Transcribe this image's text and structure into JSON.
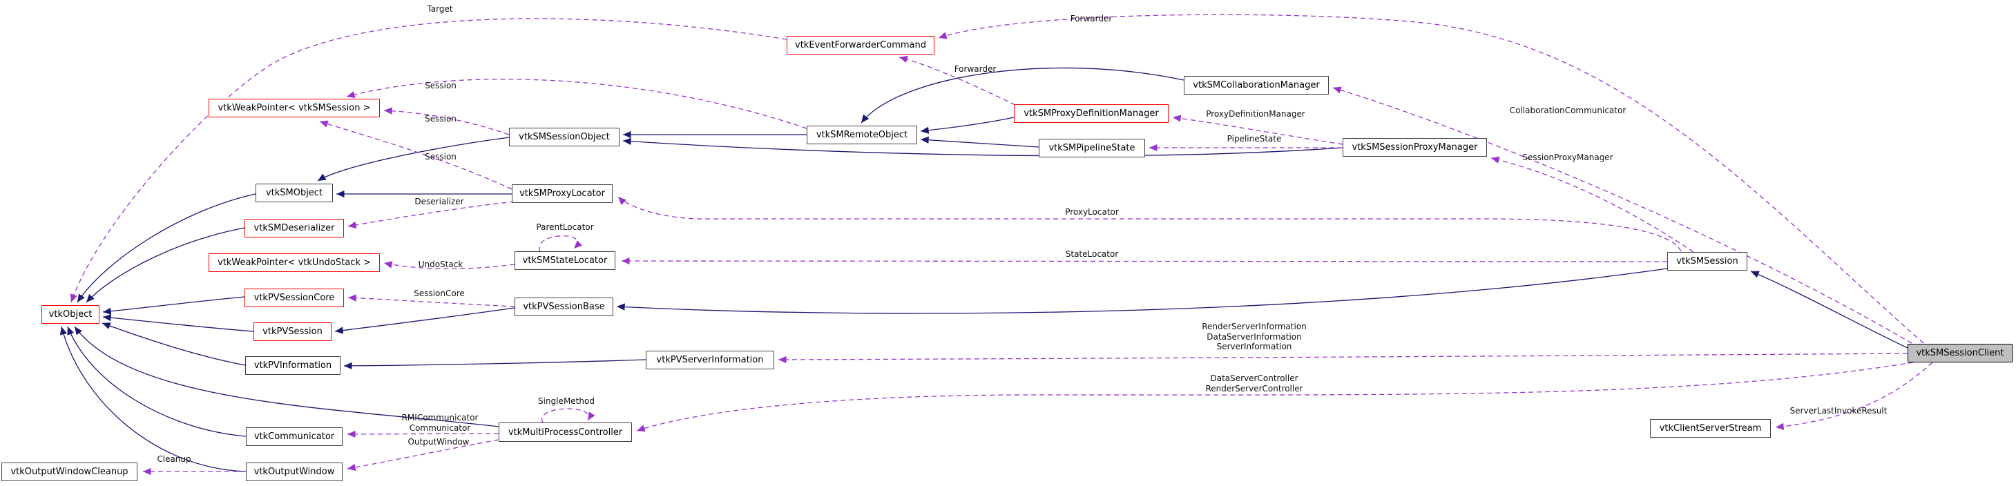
{
  "diagram": {
    "type": "doxygen-collaboration-graph",
    "focus_class": "vtkSMSessionClient"
  },
  "colors": {
    "inheritance_edge": "#191970",
    "usage_edge": "#9a32cd",
    "highlight_fill": "#bfbfbf",
    "truncated_border": "#ff0000",
    "node_border": "#404040",
    "background": "#ffffff"
  },
  "nodes": [
    {
      "label": "vtkEventForwarderCommand",
      "style": "red"
    },
    {
      "label": "vtkWeakPointer< vtkSMSession >",
      "style": "red"
    },
    {
      "label": "vtkSMSessionObject",
      "style": "normal"
    },
    {
      "label": "vtkSMRemoteObject",
      "style": "normal"
    },
    {
      "label": "vtkSMProxyDefinitionManager",
      "style": "red"
    },
    {
      "label": "vtkSMCollaborationManager",
      "style": "normal"
    },
    {
      "label": "vtkSMPipelineState",
      "style": "normal"
    },
    {
      "label": "vtkSMSessionProxyManager",
      "style": "normal"
    },
    {
      "label": "vtkSMObject",
      "style": "normal"
    },
    {
      "label": "vtkSMProxyLocator",
      "style": "normal"
    },
    {
      "label": "vtkSMDeserializer",
      "style": "red"
    },
    {
      "label": "vtkWeakPointer< vtkUndoStack >",
      "style": "red"
    },
    {
      "label": "vtkSMStateLocator",
      "style": "normal"
    },
    {
      "label": "vtkPVSessionCore",
      "style": "red"
    },
    {
      "label": "vtkPVSessionBase",
      "style": "normal"
    },
    {
      "label": "vtkObject",
      "style": "red"
    },
    {
      "label": "vtkPVSession",
      "style": "red"
    },
    {
      "label": "vtkPVInformation",
      "style": "normal"
    },
    {
      "label": "vtkPVServerInformation",
      "style": "normal"
    },
    {
      "label": "vtkSMSession",
      "style": "normal"
    },
    {
      "label": "vtkCommunicator",
      "style": "normal"
    },
    {
      "label": "vtkMultiProcessController",
      "style": "normal"
    },
    {
      "label": "vtkOutputWindow",
      "style": "normal"
    },
    {
      "label": "vtkOutputWindowCleanup",
      "style": "normal"
    },
    {
      "label": "vtkClientServerStream",
      "style": "normal"
    },
    {
      "label": "vtkSMSessionClient",
      "style": "highlight"
    }
  ],
  "edge_labels": [
    {
      "text": "Target"
    },
    {
      "text": "Forwarder"
    },
    {
      "text": "Forwarder"
    },
    {
      "text": "Session"
    },
    {
      "text": "Session"
    },
    {
      "text": "Session"
    },
    {
      "text": "ProxyDefinitionManager"
    },
    {
      "text": "PipelineState"
    },
    {
      "text": "CollaborationCommunicator"
    },
    {
      "text": "SessionProxyManager"
    },
    {
      "text": "Deserializer"
    },
    {
      "text": "ParentLocator"
    },
    {
      "text": "UndoStack"
    },
    {
      "text": "ProxyLocator"
    },
    {
      "text": "StateLocator"
    },
    {
      "text": "SessionCore"
    },
    {
      "text": "RenderServerInformation"
    },
    {
      "text": "DataServerInformation"
    },
    {
      "text": "ServerInformation"
    },
    {
      "text": "DataServerController"
    },
    {
      "text": "RenderServerController"
    },
    {
      "text": "SingleMethod"
    },
    {
      "text": "RMICommunicator"
    },
    {
      "text": "Communicator"
    },
    {
      "text": "OutputWindow"
    },
    {
      "text": "Cleanup"
    },
    {
      "text": "ServerLastInvokeResult"
    }
  ],
  "edges": [
    {
      "from": "vtkSMRemoteObject",
      "to": "vtkSMSessionObject",
      "type": "inheritance"
    },
    {
      "from": "vtkSMSessionProxyManager",
      "to": "vtkSMSessionObject",
      "type": "inheritance"
    },
    {
      "from": "vtkSMProxyDefinitionManager",
      "to": "vtkSMRemoteObject",
      "type": "inheritance"
    },
    {
      "from": "vtkSMPipelineState",
      "to": "vtkSMRemoteObject",
      "type": "inheritance"
    },
    {
      "from": "vtkSMCollaborationManager",
      "to": "vtkSMRemoteObject",
      "type": "inheritance"
    },
    {
      "from": "vtkSMSessionObject",
      "to": "vtkSMObject",
      "type": "inheritance"
    },
    {
      "from": "vtkSMProxyLocator",
      "to": "vtkSMObject",
      "type": "inheritance"
    },
    {
      "from": "vtkSMObject",
      "to": "vtkObject",
      "type": "inheritance"
    },
    {
      "from": "vtkSMDeserializer",
      "to": "vtkObject",
      "type": "inheritance"
    },
    {
      "from": "vtkPVSessionCore",
      "to": "vtkObject",
      "type": "inheritance"
    },
    {
      "from": "vtkPVSession",
      "to": "vtkObject",
      "type": "inheritance"
    },
    {
      "from": "vtkPVInformation",
      "to": "vtkObject",
      "type": "inheritance"
    },
    {
      "from": "vtkCommunicator",
      "to": "vtkObject",
      "type": "inheritance"
    },
    {
      "from": "vtkOutputWindow",
      "to": "vtkObject",
      "type": "inheritance"
    },
    {
      "from": "vtkMultiProcessController",
      "to": "vtkObject",
      "type": "inheritance"
    },
    {
      "from": "vtkPVSessionBase",
      "to": "vtkPVSession",
      "type": "inheritance"
    },
    {
      "from": "vtkPVServerInformation",
      "to": "vtkPVInformation",
      "type": "inheritance"
    },
    {
      "from": "vtkSMSession",
      "to": "vtkPVSessionBase",
      "type": "inheritance"
    },
    {
      "from": "vtkSMSessionClient",
      "to": "vtkSMSession",
      "type": "inheritance"
    },
    {
      "from": "vtkEventForwarderCommand",
      "to": "vtkObject",
      "type": "usage",
      "label": "Target"
    },
    {
      "from": "vtkSMSessionClient",
      "to": "vtkEventForwarderCommand",
      "type": "usage",
      "label": "Forwarder"
    },
    {
      "from": "vtkSMProxyDefinitionManager",
      "to": "vtkEventForwarderCommand",
      "type": "usage",
      "label": "Forwarder"
    },
    {
      "from": "vtkSMRemoteObject",
      "to": "vtkWeakPointer< vtkSMSession >",
      "type": "usage",
      "label": "Session"
    },
    {
      "from": "vtkSMSessionObject",
      "to": "vtkWeakPointer< vtkSMSession >",
      "type": "usage",
      "label": "Session"
    },
    {
      "from": "vtkSMProxyLocator",
      "to": "vtkWeakPointer< vtkSMSession >",
      "type": "usage",
      "label": "Session"
    },
    {
      "from": "vtkSMSessionProxyManager",
      "to": "vtkSMProxyDefinitionManager",
      "type": "usage",
      "label": "ProxyDefinitionManager"
    },
    {
      "from": "vtkSMSessionProxyManager",
      "to": "vtkSMPipelineState",
      "type": "usage",
      "label": "PipelineState"
    },
    {
      "from": "vtkSMSession",
      "to": "vtkSMSessionProxyManager",
      "type": "usage",
      "label": "SessionProxyManager"
    },
    {
      "from": "vtkSMSessionClient",
      "to": "vtkSMCollaborationManager",
      "type": "usage",
      "label": "CollaborationCommunicator"
    },
    {
      "from": "vtkSMProxyLocator",
      "to": "vtkSMDeserializer",
      "type": "usage",
      "label": "Deserializer"
    },
    {
      "from": "vtkSMStateLocator",
      "to": "vtkSMStateLocator",
      "type": "usage",
      "label": "ParentLocator"
    },
    {
      "from": "vtkSMStateLocator",
      "to": "vtkWeakPointer< vtkUndoStack >",
      "type": "usage",
      "label": "UndoStack"
    },
    {
      "from": "vtkSMSession",
      "to": "vtkSMProxyLocator",
      "type": "usage",
      "label": "ProxyLocator"
    },
    {
      "from": "vtkSMSession",
      "to": "vtkSMStateLocator",
      "type": "usage",
      "label": "StateLocator"
    },
    {
      "from": "vtkPVSessionBase",
      "to": "vtkPVSessionCore",
      "type": "usage",
      "label": "SessionCore"
    },
    {
      "from": "vtkSMSessionClient",
      "to": "vtkPVServerInformation",
      "type": "usage",
      "label": "RenderServerInformation DataServerInformation ServerInformation"
    },
    {
      "from": "vtkSMSessionClient",
      "to": "vtkMultiProcessController",
      "type": "usage",
      "label": "DataServerController RenderServerController"
    },
    {
      "from": "vtkSMSessionClient",
      "to": "vtkClientServerStream",
      "type": "usage",
      "label": "ServerLastInvokeResult"
    },
    {
      "from": "vtkMultiProcessController",
      "to": "vtkMultiProcessController",
      "type": "usage",
      "label": "SingleMethod"
    },
    {
      "from": "vtkMultiProcessController",
      "to": "vtkCommunicator",
      "type": "usage",
      "label": "RMICommunicator Communicator"
    },
    {
      "from": "vtkMultiProcessController",
      "to": "vtkOutputWindow",
      "type": "usage",
      "label": "OutputWindow"
    },
    {
      "from": "vtkOutputWindow",
      "to": "vtkOutputWindowCleanup",
      "type": "usage",
      "label": "Cleanup"
    }
  ]
}
